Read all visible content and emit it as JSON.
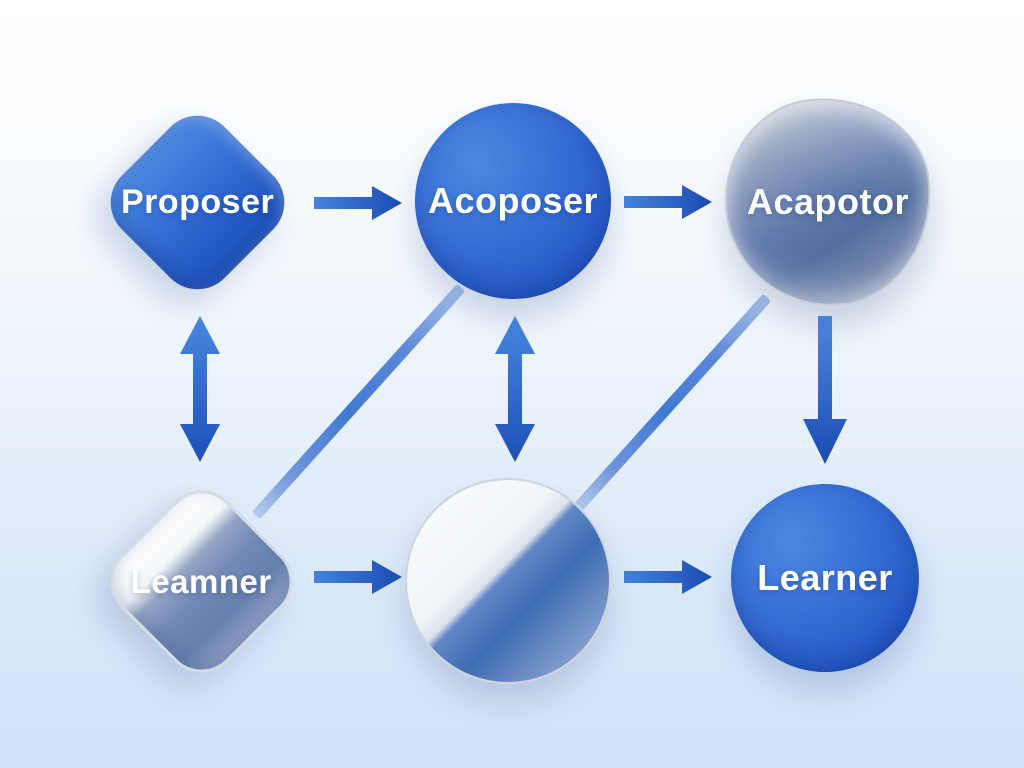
{
  "diagram": {
    "type": "flow-diagram",
    "nodes": {
      "proposer": {
        "label": "Proposer",
        "shape": "rounded-diamond",
        "style": "blue-gradient"
      },
      "acoposer": {
        "label": "Acoposer",
        "shape": "circle",
        "style": "blue-gradient"
      },
      "acapotor": {
        "label": "Acapotor",
        "shape": "irregular-blob",
        "style": "silver-blue-glass"
      },
      "leamner": {
        "label": "Leamner",
        "shape": "rounded-diamond",
        "style": "silver-glass"
      },
      "middle_bottom": {
        "label": "",
        "shape": "circle",
        "style": "silver-blue-glass"
      },
      "learner": {
        "label": "Learner",
        "shape": "circle",
        "style": "blue-gradient"
      }
    },
    "edges": [
      {
        "from": "proposer",
        "to": "acoposer",
        "type": "arrow-right"
      },
      {
        "from": "acoposer",
        "to": "acapotor",
        "type": "arrow-right"
      },
      {
        "from": "proposer",
        "to": "leamner",
        "type": "arrow-double-vertical"
      },
      {
        "from": "acoposer",
        "to": "middle_bottom",
        "type": "arrow-double-vertical"
      },
      {
        "from": "acapotor",
        "to": "learner",
        "type": "arrow-down"
      },
      {
        "from": "leamner",
        "to": "middle_bottom",
        "type": "arrow-right"
      },
      {
        "from": "middle_bottom",
        "to": "learner",
        "type": "arrow-right"
      },
      {
        "from": "acoposer",
        "to": "leamner",
        "type": "diagonal-band"
      },
      {
        "from": "acapotor",
        "to": "middle_bottom",
        "type": "diagonal-band"
      }
    ],
    "colors": {
      "arrow_light": "#4583de",
      "arrow_dark": "#1b4cb2",
      "node_blue_light": "#4c88e2",
      "node_blue_dark": "#1c4ec0",
      "glass_silver": "#d6dce4",
      "steel_blue": "#5e79ab",
      "band_blue": "#417ad2",
      "background_top": "#ffffff",
      "background_bottom": "#cfe2f8"
    }
  }
}
